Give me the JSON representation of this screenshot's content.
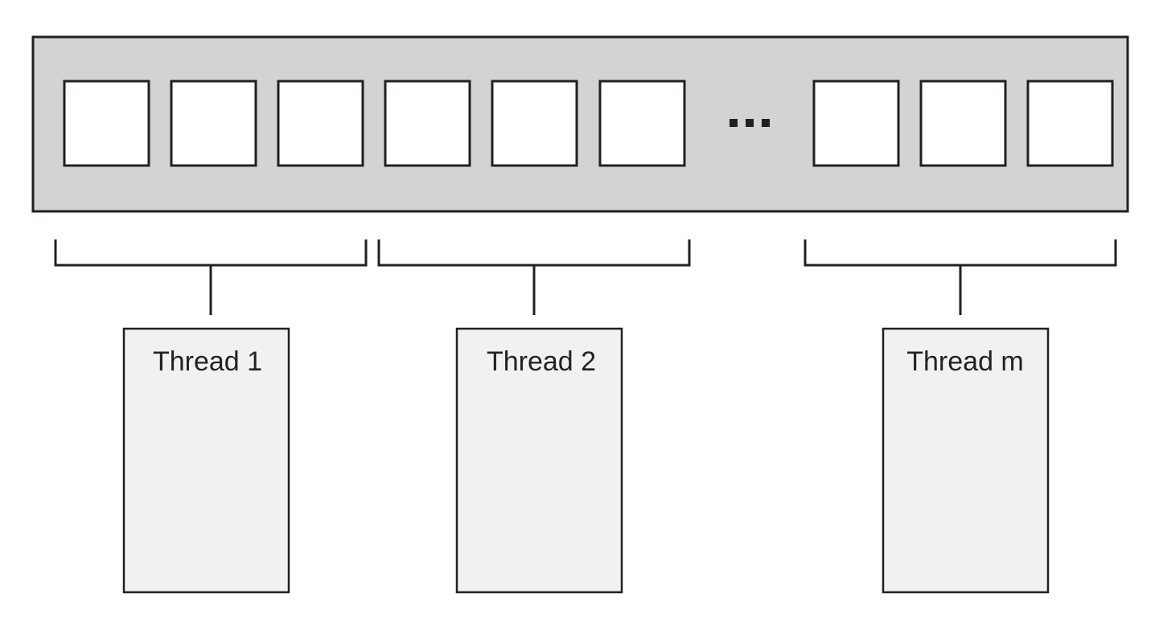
{
  "array": {
    "cells_before_ellipsis": 6,
    "cells_after_ellipsis": 3,
    "ellipsis": "...",
    "fill_color": "#d3d3d3",
    "cell_color": "#ffffff"
  },
  "threads": [
    {
      "label": "Thread 1"
    },
    {
      "label": "Thread 2"
    },
    {
      "label": "Thread m"
    }
  ],
  "colors": {
    "stroke": "#231f20",
    "thread_box": "#f1f1f1"
  }
}
